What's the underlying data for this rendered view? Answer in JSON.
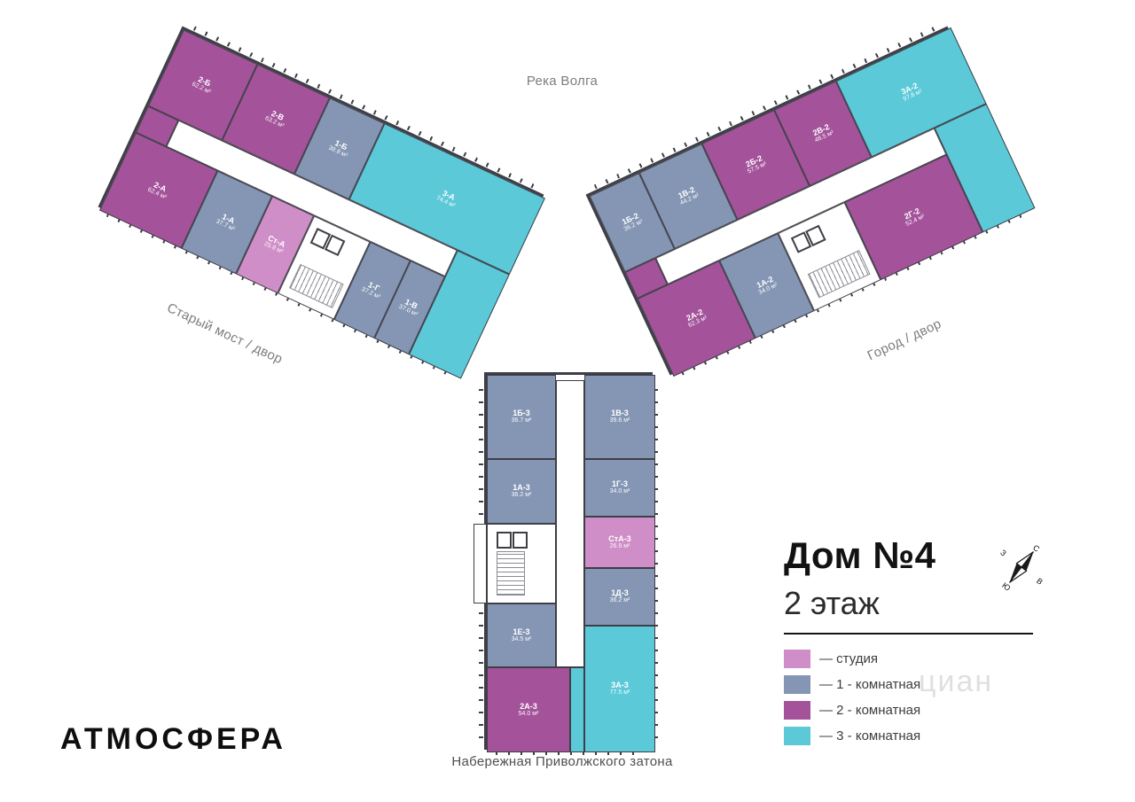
{
  "page": {
    "title_house": "Дом №4",
    "title_floor": "2 этаж",
    "logo": "АТМОСФЕРА",
    "watermark": "циан"
  },
  "surroundings": {
    "top": "Река Волга",
    "left": "Старый мост / двор",
    "right": "Город / двор",
    "bottom": "Набережная Приволжского затона"
  },
  "legend": {
    "items": [
      {
        "label": "— студия",
        "type": "studio"
      },
      {
        "label": "— 1 - комнатная",
        "type": "1k"
      },
      {
        "label": "— 2 - комнатная",
        "type": "2k"
      },
      {
        "label": "— 3 - комнатная",
        "type": "3k"
      }
    ]
  },
  "colors": {
    "studio": "#cf8ec7",
    "1k": "#8496b4",
    "2k": "#a4539b",
    "3k": "#5cc9d9",
    "wall": "#3e3e46"
  },
  "compass": {
    "north": "С",
    "east": "В",
    "south": "Ю",
    "west": "З"
  },
  "wings": {
    "left": {
      "apartments": [
        {
          "id": "2-Б",
          "area": "62.2 м²",
          "type": "2k"
        },
        {
          "id": "2-В",
          "area": "63.2 м²",
          "type": "2k"
        },
        {
          "id": "1-Б",
          "area": "38.8 м²",
          "type": "1k"
        },
        {
          "id": "3-А",
          "area": "74.4 м²",
          "type": "3k"
        },
        {
          "id": "2-А",
          "area": "62.4 м²",
          "type": "2k"
        },
        {
          "id": "1-А",
          "area": "37.7 м²",
          "type": "1k"
        },
        {
          "id": "Ст-А",
          "area": "25.8 м²",
          "type": "studio"
        },
        {
          "id": "1-Г",
          "area": "37.2 м²",
          "type": "1k"
        },
        {
          "id": "1-В",
          "area": "37.0 м²",
          "type": "1k"
        }
      ]
    },
    "right": {
      "apartments": [
        {
          "id": "1Б-2",
          "area": "36.2 м²",
          "type": "1k"
        },
        {
          "id": "1В-2",
          "area": "44.2 м²",
          "type": "1k"
        },
        {
          "id": "2Б-2",
          "area": "57.5 м²",
          "type": "2k"
        },
        {
          "id": "2В-2",
          "area": "48.5 м²",
          "type": "2k"
        },
        {
          "id": "3А-2",
          "area": "97.8 м²",
          "type": "3k"
        },
        {
          "id": "2А-2",
          "area": "62.3 м²",
          "type": "2k"
        },
        {
          "id": "1А-2",
          "area": "34.0 м²",
          "type": "1k"
        },
        {
          "id": "2Г-2",
          "area": "52.4 м²",
          "type": "2k"
        }
      ]
    },
    "bottom": {
      "apartments": [
        {
          "id": "1Б-3",
          "area": "36.7 м²",
          "type": "1k"
        },
        {
          "id": "1В-3",
          "area": "39.6 м²",
          "type": "1k"
        },
        {
          "id": "1А-3",
          "area": "36.2 м²",
          "type": "1k"
        },
        {
          "id": "1Г-3",
          "area": "34.0 м²",
          "type": "1k"
        },
        {
          "id": "СтА-3",
          "area": "26.9 м²",
          "type": "studio"
        },
        {
          "id": "1Д-3",
          "area": "36.2 м²",
          "type": "1k"
        },
        {
          "id": "1Е-3",
          "area": "34.5 м²",
          "type": "1k"
        },
        {
          "id": "2А-3",
          "area": "54.0 м²",
          "type": "2k"
        },
        {
          "id": "3А-3",
          "area": "77.5 м²",
          "type": "3k"
        }
      ]
    }
  }
}
